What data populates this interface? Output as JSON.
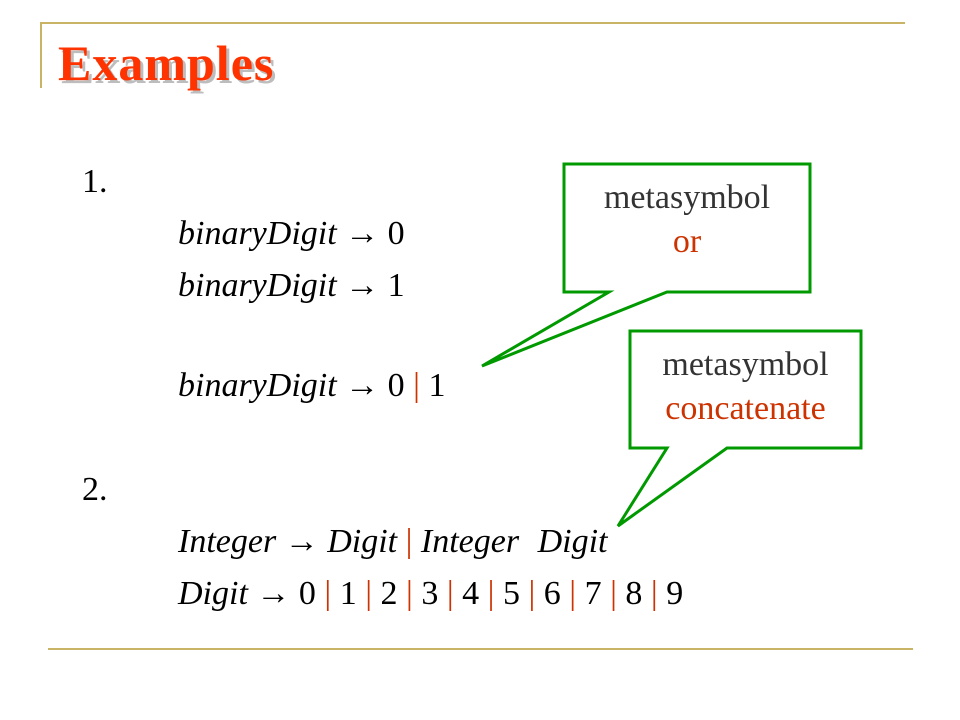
{
  "slide": {
    "title": "Examples"
  },
  "example1": {
    "number": "1.",
    "rules": [
      {
        "lhs": "binaryDigit",
        "arrow": "→",
        "rhs": "0"
      },
      {
        "lhs": "binaryDigit",
        "arrow": "→",
        "rhs": "1"
      }
    ],
    "combined": {
      "lhs": "binaryDigit",
      "arrow": "→",
      "left": "0",
      "bar": "|",
      "right": "1"
    }
  },
  "example2": {
    "number": "2.",
    "integer_rule": {
      "lhs": "Integer",
      "arrow": "→",
      "alt1": "Digit",
      "bar": "|",
      "alt2a": "Integer",
      "alt2b": "Digit"
    },
    "digit_rule": {
      "lhs": "Digit",
      "arrow": "→",
      "digits": [
        "0",
        "1",
        "2",
        "3",
        "4",
        "5",
        "6",
        "7",
        "8",
        "9"
      ],
      "bar": "|"
    }
  },
  "callouts": {
    "or": {
      "line1": "metasymbol",
      "line2": "or"
    },
    "concatenate": {
      "line1": "metasymbol",
      "line2": "concatenate"
    }
  },
  "colors": {
    "title": "#ff3300",
    "metasymbol": "#cc3300",
    "callout_border": "#009900",
    "rule_lines": "#c8b464"
  }
}
